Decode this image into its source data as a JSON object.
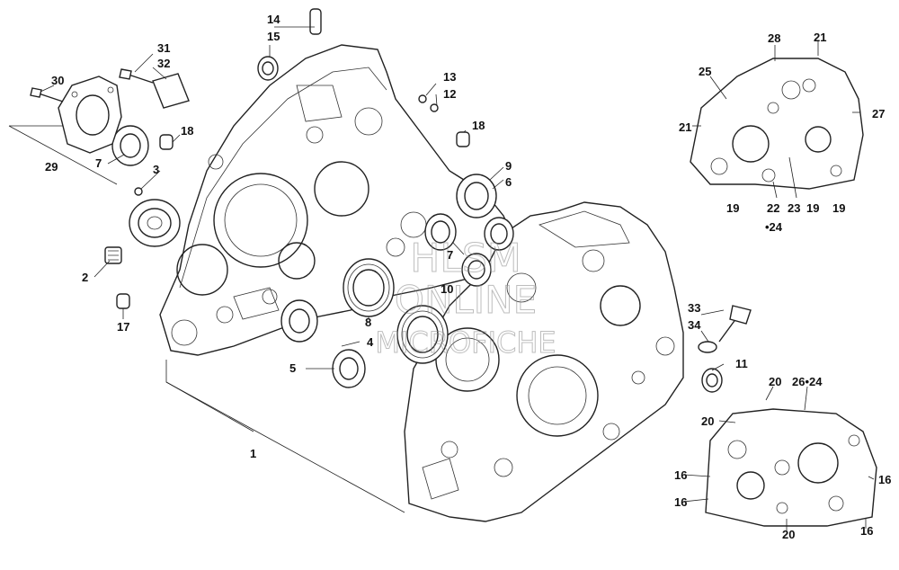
{
  "watermark": {
    "line1": "HLSM",
    "line2": "ONLINE",
    "line3": "MICROFICHE"
  },
  "callouts": {
    "c1": "1",
    "c2": "2",
    "c3": "3",
    "c4": "4",
    "c5": "5",
    "c6": "6",
    "c7a": "7",
    "c7b": "7",
    "c8": "8",
    "c9": "9",
    "c10": "10",
    "c11": "11",
    "c12": "12",
    "c13": "13",
    "c14": "14",
    "c15": "15",
    "c16a": "16",
    "c16b": "16",
    "c16c": "16",
    "c16d": "16",
    "c17": "17",
    "c18a": "18",
    "c18b": "18",
    "c19a": "19",
    "c19b": "19",
    "c19c": "19",
    "c20a": "20",
    "c20b": "20",
    "c20c": "20",
    "c21a": "21",
    "c21b": "21",
    "c22": "22",
    "c23": "23",
    "c24": "•24",
    "c25": "25",
    "c26": "26•24",
    "c27": "27",
    "c28": "28",
    "c29": "29",
    "c30": "30",
    "c31": "31",
    "c32": "32",
    "c33": "33",
    "c34": "34"
  }
}
